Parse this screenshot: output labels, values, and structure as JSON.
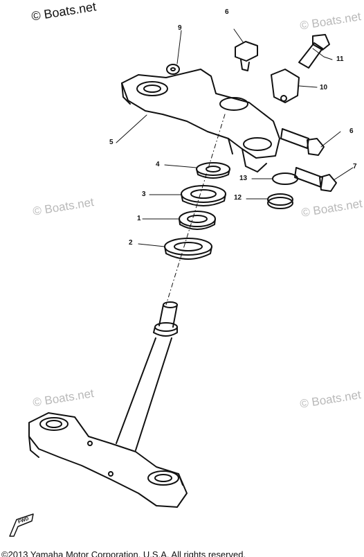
{
  "watermark": {
    "main": "© Boats.net",
    "repeat": "© Boats.net"
  },
  "callouts": [
    "1",
    "2",
    "3",
    "4",
    "5",
    "6",
    "7",
    "9",
    "10",
    "11",
    "12",
    "13",
    "6"
  ],
  "fwd_mark": "FWD",
  "footer": "©2013 Yamaha Motor Corporation, U.S.A. All rights reserved."
}
